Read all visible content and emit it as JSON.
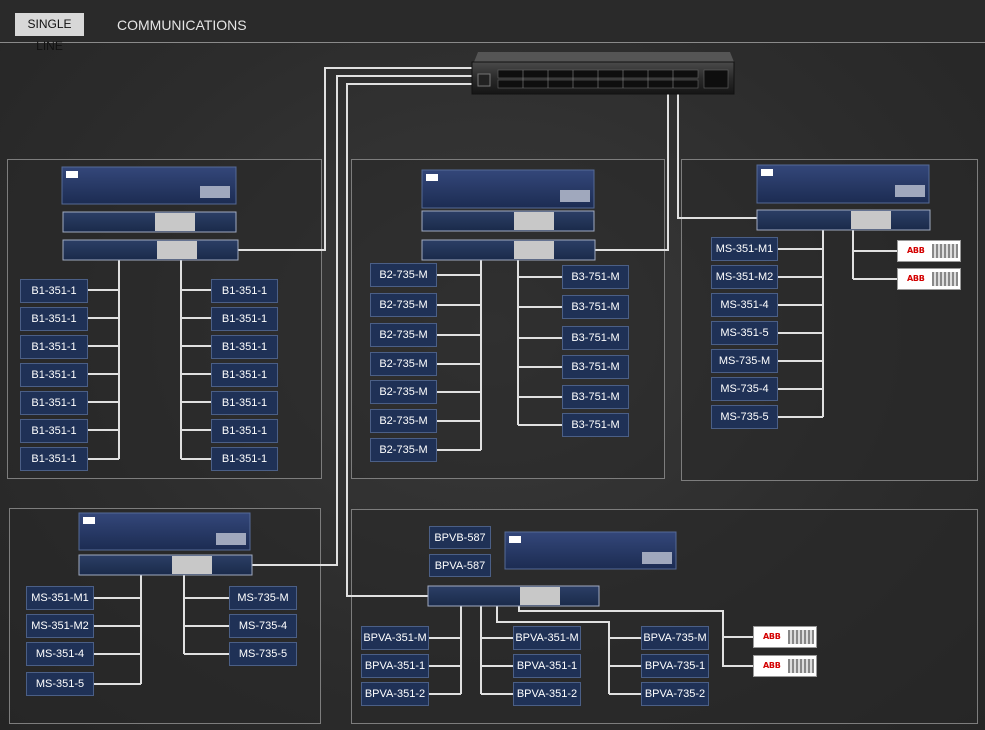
{
  "tabs": {
    "single_line": "SINGLE LINE",
    "communications": "COMMUNICATIONS"
  },
  "panels": {
    "b1": {
      "left": [
        "B1-351-1",
        "B1-351-1",
        "B1-351-1",
        "B1-351-1",
        "B1-351-1",
        "B1-351-1",
        "B1-351-1"
      ],
      "right": [
        "B1-351-1",
        "B1-351-1",
        "B1-351-1",
        "B1-351-1",
        "B1-351-1",
        "B1-351-1",
        "B1-351-1"
      ]
    },
    "b2b3": {
      "left": [
        "B2-735-M",
        "B2-735-M",
        "B2-735-M",
        "B2-735-M",
        "B2-735-M",
        "B2-735-M",
        "B2-735-M"
      ],
      "right": [
        "B3-751-M",
        "B3-751-M",
        "B3-751-M",
        "B3-751-M",
        "B3-751-M",
        "B3-751-M"
      ]
    },
    "ms_right": {
      "items": [
        "MS-351-M1",
        "MS-351-M2",
        "MS-351-4",
        "MS-351-5",
        "MS-735-M",
        "MS-735-4",
        "MS-735-5"
      ],
      "abb": [
        "ABB",
        "ABB"
      ]
    },
    "ms_bottom": {
      "left": [
        "MS-351-M1",
        "MS-351-M2",
        "MS-351-4",
        "MS-351-5"
      ],
      "right": [
        "MS-735-M",
        "MS-735-4",
        "MS-735-5"
      ]
    },
    "bpva": {
      "top": [
        "BPVB-587",
        "BPVA-587"
      ],
      "col1": [
        "BPVA-351-M",
        "BPVA-351-1",
        "BPVA-351-2"
      ],
      "col2": [
        "BPVA-351-M",
        "BPVA-351-1",
        "BPVA-351-2"
      ],
      "col3": [
        "BPVA-735-M",
        "BPVA-735-1",
        "BPVA-735-2"
      ],
      "abb": [
        "ABB",
        "ABB"
      ]
    }
  },
  "colors": {
    "device_bg": "#1f3156",
    "line": "#e6e6e6",
    "panel_border": "#7d7d7d"
  }
}
